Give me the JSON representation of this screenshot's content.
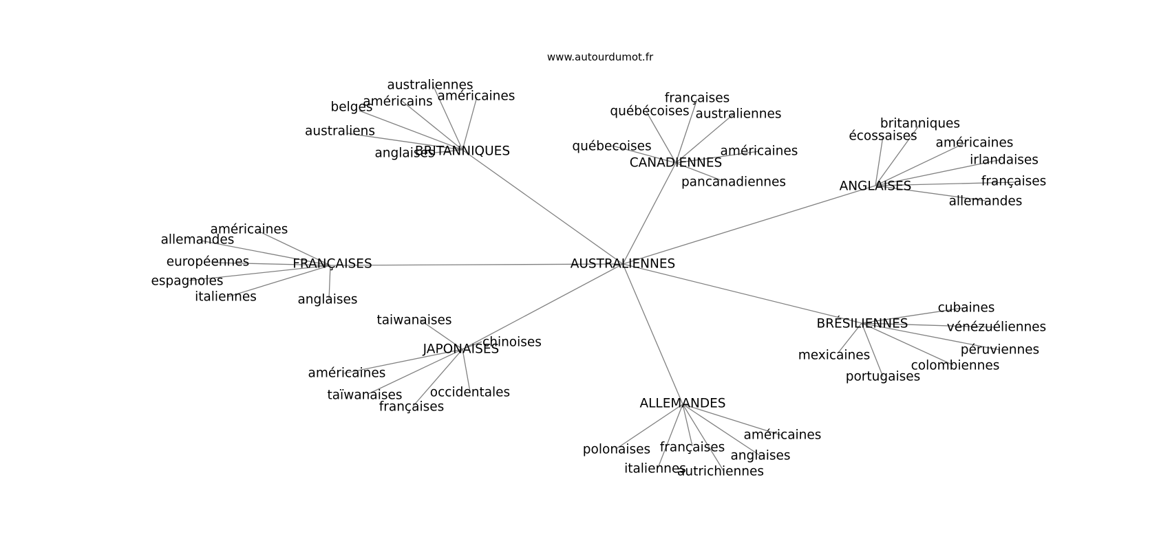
{
  "watermark": "www.autourdumot.fr",
  "graph": {
    "center": {
      "id": "c",
      "label": "AUSTRALIENNES"
    },
    "hubs": [
      {
        "id": "h_brit",
        "label": "BRITANNIQUES",
        "leaves": [
          "australiennes",
          "américains",
          "américaines",
          "belges",
          "australiens",
          "anglaises"
        ]
      },
      {
        "id": "h_can",
        "label": "CANADIENNES",
        "leaves": [
          "françaises",
          "québécoises",
          "australiennes",
          "québecoises",
          "américaines",
          "pancanadiennes"
        ]
      },
      {
        "id": "h_angl",
        "label": "ANGLAISES",
        "leaves": [
          "britanniques",
          "écossaises",
          "américaines",
          "irlandaises",
          "françaises",
          "allemandes"
        ]
      },
      {
        "id": "h_fr",
        "label": "FRANÇAISES",
        "leaves": [
          "américaines",
          "allemandes",
          "européennes",
          "espagnoles",
          "italiennes",
          "anglaises"
        ]
      },
      {
        "id": "h_bres",
        "label": "BRÉSILIENNES",
        "leaves": [
          "cubaines",
          "vénézuéliennes",
          "péruviennes",
          "colombiennes",
          "mexicaines",
          "portugaises"
        ]
      },
      {
        "id": "h_jap",
        "label": "JAPONAISES",
        "leaves": [
          "taiwanaises",
          "chinoises",
          "américaines",
          "taïwanaises",
          "occidentales",
          "françaises"
        ]
      },
      {
        "id": "h_all",
        "label": "ALLEMANDES",
        "leaves": [
          "américaines",
          "polonaises",
          "françaises",
          "anglaises",
          "italiennes",
          "autrichiennes"
        ]
      }
    ]
  }
}
